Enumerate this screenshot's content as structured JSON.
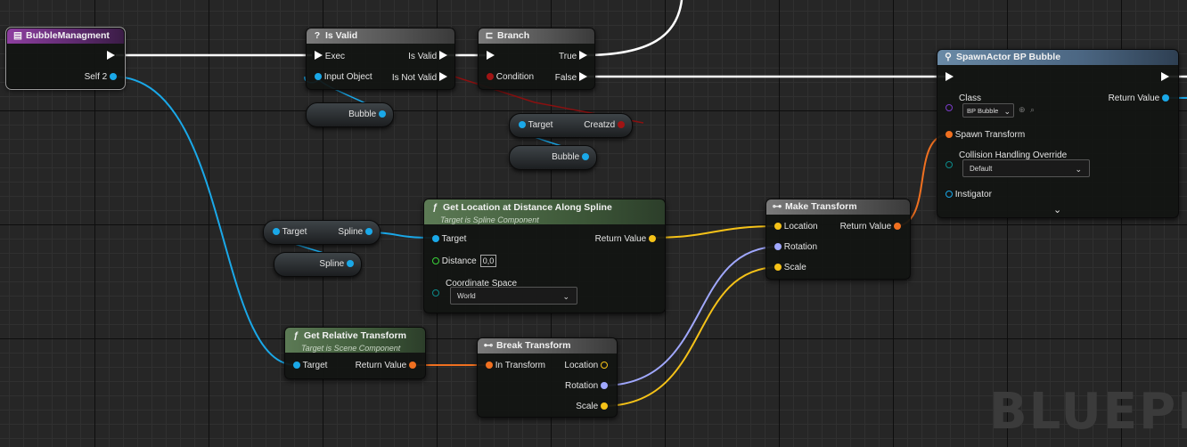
{
  "watermark": "BLUEPRI",
  "colors": {
    "exec": "#ffffff",
    "object": "#1aa8e8",
    "transform": "#f07020",
    "vector": "#f5c218",
    "rotator": "#a0a8ff",
    "bool": "#a01414",
    "float": "#3ad23a",
    "class": "#7a3bc8",
    "byte": "#0c6a6a"
  },
  "nodes": {
    "bubble_managment": {
      "title": "BubbleManagment",
      "self_pin": "Self 2"
    },
    "is_valid": {
      "title": "Is Valid",
      "icon": "?",
      "exec_in": "Exec",
      "is_valid_out": "Is Valid",
      "input_object": "Input Object",
      "is_not_valid_out": "Is Not Valid"
    },
    "branch": {
      "title": "Branch",
      "true_out": "True",
      "condition_in": "Condition",
      "false_out": "False"
    },
    "spawn_actor": {
      "title": "SpawnActor BP Bubble",
      "class_label": "Class",
      "class_value": "BP Bubble",
      "return_value": "Return Value",
      "spawn_transform": "Spawn Transform",
      "collision_label": "Collision Handling Override",
      "collision_value": "Default",
      "instigator": "Instigator"
    },
    "get_location": {
      "title": "Get Location at Distance Along Spline",
      "subtitle": "Target is Spline Component",
      "target": "Target",
      "return_value": "Return Value",
      "distance": "Distance",
      "distance_value": "0,0",
      "coord_label": "Coordinate Space",
      "coord_value": "World"
    },
    "make_transform": {
      "title": "Make Transform",
      "location": "Location",
      "return_value": "Return Value",
      "rotation": "Rotation",
      "scale": "Scale"
    },
    "get_relative": {
      "title": "Get Relative Transform",
      "subtitle": "Target is Scene Component",
      "target": "Target",
      "return_value": "Return Value"
    },
    "break_transform": {
      "title": "Break Transform",
      "in_transform": "In Transform",
      "location": "Location",
      "rotation": "Rotation",
      "scale": "Scale"
    }
  },
  "variables": {
    "bubble_1": "Bubble",
    "bubble_2": "Bubble",
    "creatzd_target": "Target",
    "creatzd_out": "Creatzd",
    "spline_target": "Target",
    "spline_out": "Spline",
    "spline_2": "Spline"
  }
}
